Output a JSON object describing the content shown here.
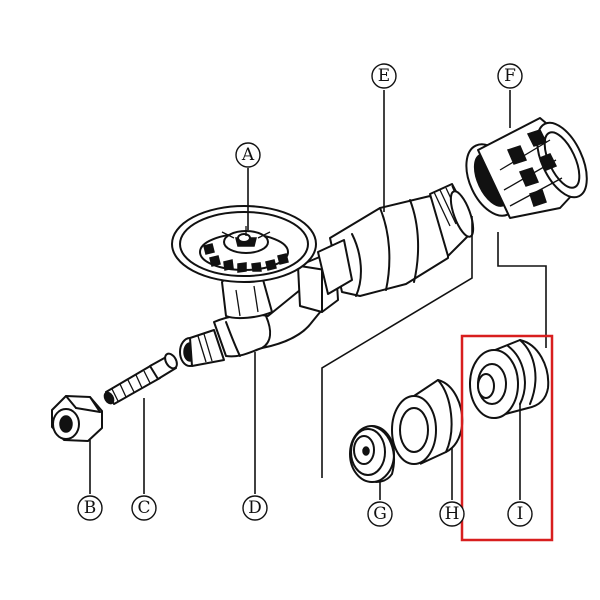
{
  "labels": {
    "A": "A",
    "B": "B",
    "C": "C",
    "D": "D",
    "E": "E",
    "F": "F",
    "G": "G",
    "H": "H",
    "I": "I"
  },
  "highlight": {
    "target": "I",
    "color": "#d81e1e"
  }
}
